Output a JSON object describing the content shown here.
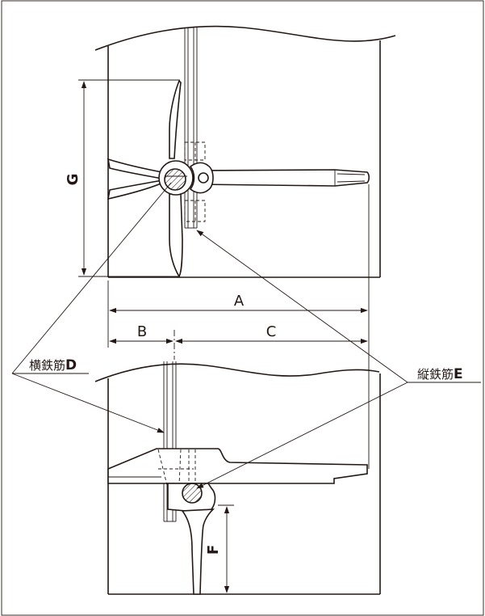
{
  "labels": {
    "A": "A",
    "B": "B",
    "C": "C",
    "F": "F",
    "G": "G",
    "horizontal_rebar_prefix": "横鉄筋",
    "horizontal_rebar_letter": "D",
    "vertical_rebar_prefix": "縦鉄筋",
    "vertical_rebar_letter": "E"
  }
}
